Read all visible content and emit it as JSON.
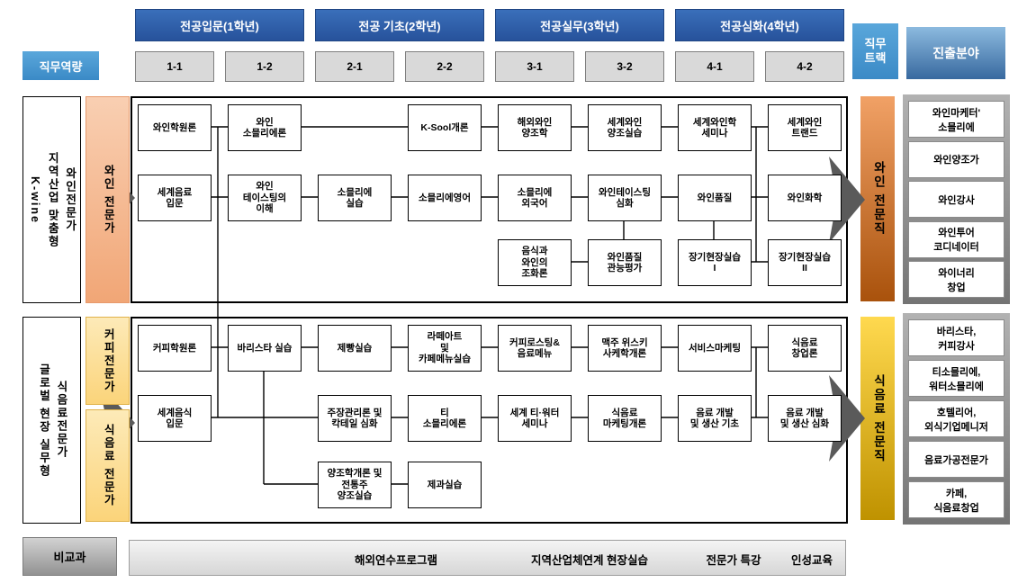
{
  "header": {
    "competency_label": "직무역량",
    "track_label": "직무\n트랙",
    "field_label": "진출분야",
    "years": [
      {
        "label": "전공입문(1학년)",
        "semesters": [
          "1-1",
          "1-2"
        ]
      },
      {
        "label": "전공 기초(2학년)",
        "semesters": [
          "2-1",
          "2-2"
        ]
      },
      {
        "label": "전공실무(3학년)",
        "semesters": [
          "3-1",
          "3-2"
        ]
      },
      {
        "label": "전공심화(4학년)",
        "semesters": [
          "4-1",
          "4-2"
        ]
      }
    ]
  },
  "tracks": [
    {
      "id": "wine",
      "left_label": "와인전문가\n지역산업 맞춤형\nK-wine",
      "competencies": [
        {
          "label": "와인 전문가"
        }
      ],
      "job_track": "와인 전문직",
      "careers": [
        "와인마케터'\n소믈리에",
        "와인양조가",
        "와인강사",
        "와인투어\n코디네이터",
        "와이너리\n창업"
      ],
      "courses": [
        {
          "row": 1,
          "col": 1,
          "label": "와인학원론"
        },
        {
          "row": 1,
          "col": 2,
          "label": "와인\n소믈리에론"
        },
        {
          "row": 1,
          "col": 4,
          "label": "K-Sool개론"
        },
        {
          "row": 1,
          "col": 5,
          "label": "해외와인\n양조학"
        },
        {
          "row": 1,
          "col": 6,
          "label": "세계와인\n양조실습"
        },
        {
          "row": 1,
          "col": 7,
          "label": "세계와인학\n세미나"
        },
        {
          "row": 1,
          "col": 8,
          "label": "세계와인\n트랜드"
        },
        {
          "row": 2,
          "col": 1,
          "label": "세계음료\n입문"
        },
        {
          "row": 2,
          "col": 2,
          "label": "와인\n테이스팅의\n이해"
        },
        {
          "row": 2,
          "col": 3,
          "label": "소믈리에\n실습"
        },
        {
          "row": 2,
          "col": 4,
          "label": "소믈리에영어"
        },
        {
          "row": 2,
          "col": 5,
          "label": "소믈리에\n외국어"
        },
        {
          "row": 2,
          "col": 6,
          "label": "와인테이스팅\n심화"
        },
        {
          "row": 2,
          "col": 7,
          "label": "와인품질"
        },
        {
          "row": 2,
          "col": 8,
          "label": "와인화학"
        },
        {
          "row": 3,
          "col": 5,
          "label": "음식과\n와인의\n조화론"
        },
        {
          "row": 3,
          "col": 6,
          "label": "와인품질\n관능평가"
        },
        {
          "row": 3,
          "col": 7,
          "label": "장기현장실습\nI"
        },
        {
          "row": 3,
          "col": 8,
          "label": "장기현장실습\nII"
        }
      ]
    },
    {
      "id": "food",
      "left_label": "식음료전문가\n글로벌 현장 실무형",
      "competencies": [
        {
          "label": "커피전문가"
        },
        {
          "label": "식음료 전문가"
        }
      ],
      "job_track": "식음료 전문직",
      "careers": [
        "바리스타,\n커피강사",
        "티소믈리에,\n워터소믈리에",
        "호텔리어,\n외식기업메니저",
        "음료가공전문가",
        "카페,\n식음료창업"
      ],
      "courses": [
        {
          "row": 1,
          "col": 1,
          "label": "커피학원론"
        },
        {
          "row": 1,
          "col": 2,
          "label": "바리스타 실습"
        },
        {
          "row": 1,
          "col": 3,
          "label": "제빵실습"
        },
        {
          "row": 1,
          "col": 4,
          "label": "라떼아트\n및\n카페메뉴실습"
        },
        {
          "row": 1,
          "col": 5,
          "label": "커피로스팅&\n음료메뉴"
        },
        {
          "row": 1,
          "col": 6,
          "label": "맥주 위스키\n사케학개론"
        },
        {
          "row": 1,
          "col": 7,
          "label": "서비스마케팅"
        },
        {
          "row": 1,
          "col": 8,
          "label": "식음료\n창업론"
        },
        {
          "row": 2,
          "col": 1,
          "label": "세계음식\n입문"
        },
        {
          "row": 2,
          "col": 3,
          "label": "주장관리론 및\n칵테일 심화"
        },
        {
          "row": 2,
          "col": 4,
          "label": "티\n소믈리에론"
        },
        {
          "row": 2,
          "col": 5,
          "label": "세계 티·워터\n세미나"
        },
        {
          "row": 2,
          "col": 6,
          "label": "식음료\n마케팅개론"
        },
        {
          "row": 2,
          "col": 7,
          "label": "음료 개발\n및 생산 기초"
        },
        {
          "row": 2,
          "col": 8,
          "label": "음료 개발\n및 생산 심화"
        },
        {
          "row": 3,
          "col": 3,
          "label": "양조학개론 및\n전통주\n양조실습"
        },
        {
          "row": 3,
          "col": 4,
          "label": "제과실습"
        }
      ]
    }
  ],
  "extracurricular": {
    "label": "비교과",
    "items": [
      "해외연수프로그램",
      "지역산업체연계 현장실습",
      "전문가 특강",
      "인성교육"
    ]
  },
  "colors": {
    "year_header_blue": "#2d5fa6",
    "competency_blue": "#4a9ad2",
    "semester_gray": "#d9d9d9",
    "wine_accent": "#f1a676",
    "wine_track": "#aa520c",
    "food_accent": "#fbd47a",
    "food_track": "#c09200",
    "arrow_gray": "#5a5a5a"
  }
}
